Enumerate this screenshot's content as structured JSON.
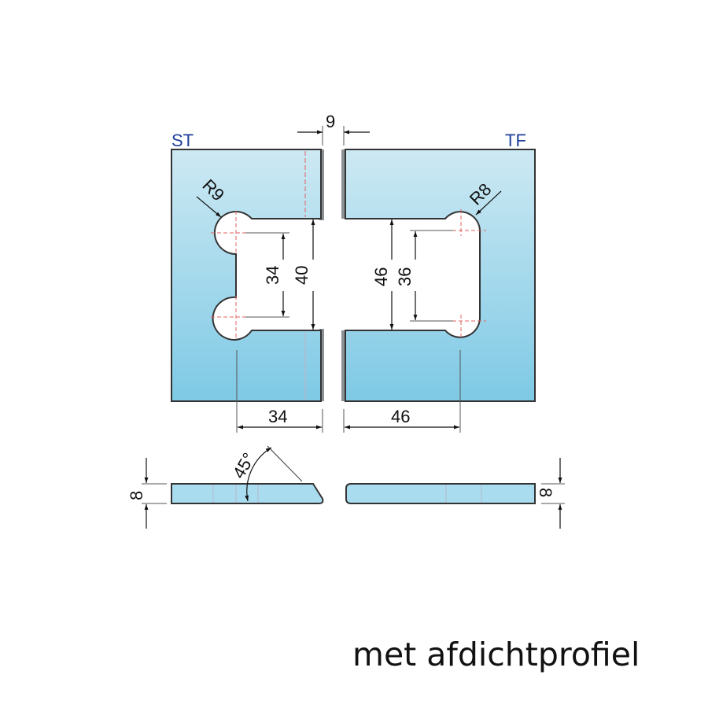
{
  "labels": {
    "left_part": "ST",
    "right_part": "TF"
  },
  "dimensions": {
    "gap": "9",
    "left_radius": "R9",
    "right_radius": "R8",
    "left_inner_height": "34",
    "left_outer_height": "40",
    "right_outer_height": "46",
    "right_inner_height": "36",
    "left_notch_depth": "34",
    "right_notch_depth": "46",
    "chamfer_angle": "45°",
    "left_thickness": "8",
    "right_thickness": "8"
  },
  "caption": "met afdichtprofiel",
  "colors": {
    "plate_top": "#cce9f3",
    "plate_bottom": "#7ecae6",
    "outline": "#333333",
    "label": "#1f3f9a",
    "centerline": "#e06060",
    "edge_shadow": "#8a9296"
  }
}
